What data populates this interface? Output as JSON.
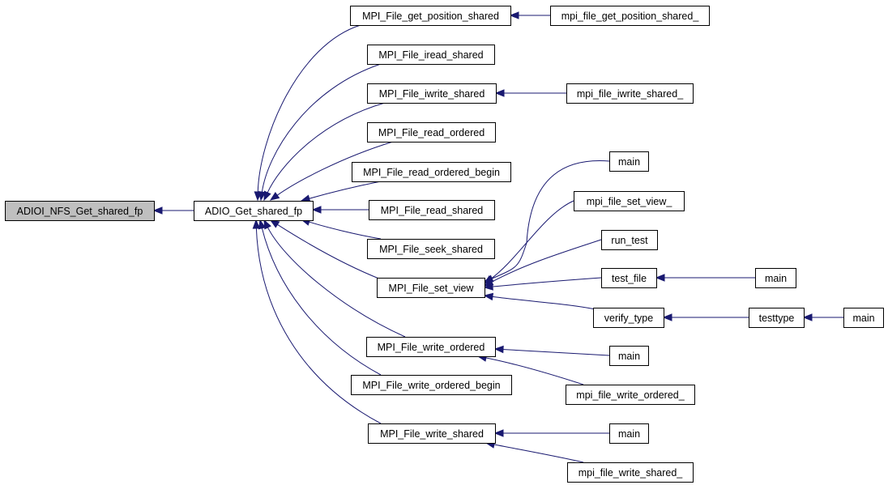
{
  "graph": {
    "nodes": [
      {
        "id": "n0",
        "label": "ADIOI_NFS_Get_shared_fp",
        "root": true
      },
      {
        "id": "n1",
        "label": "ADIO_Get_shared_fp"
      },
      {
        "id": "n2",
        "label": "MPI_File_get_position_shared"
      },
      {
        "id": "n3",
        "label": "mpi_file_get_position_shared_"
      },
      {
        "id": "n4",
        "label": "MPI_File_iread_shared"
      },
      {
        "id": "n5",
        "label": "MPI_File_iwrite_shared"
      },
      {
        "id": "n6",
        "label": "mpi_file_iwrite_shared_"
      },
      {
        "id": "n7",
        "label": "MPI_File_read_ordered"
      },
      {
        "id": "n8",
        "label": "MPI_File_read_ordered_begin"
      },
      {
        "id": "n9",
        "label": "MPI_File_read_shared"
      },
      {
        "id": "n10",
        "label": "MPI_File_seek_shared"
      },
      {
        "id": "n11",
        "label": "MPI_File_set_view"
      },
      {
        "id": "n12",
        "label": "main"
      },
      {
        "id": "n13",
        "label": "mpi_file_set_view_"
      },
      {
        "id": "n14",
        "label": "run_test"
      },
      {
        "id": "n15",
        "label": "test_file"
      },
      {
        "id": "n16",
        "label": "main"
      },
      {
        "id": "n17",
        "label": "verify_type"
      },
      {
        "id": "n18",
        "label": "testtype"
      },
      {
        "id": "n19",
        "label": "main"
      },
      {
        "id": "n20",
        "label": "MPI_File_write_ordered"
      },
      {
        "id": "n21",
        "label": "main"
      },
      {
        "id": "n22",
        "label": "mpi_file_write_ordered_"
      },
      {
        "id": "n23",
        "label": "MPI_File_write_ordered_begin"
      },
      {
        "id": "n24",
        "label": "MPI_File_write_shared"
      },
      {
        "id": "n25",
        "label": "main"
      },
      {
        "id": "n26",
        "label": "mpi_file_write_shared_"
      }
    ],
    "edges": [
      {
        "from": "n1",
        "to": "n0"
      },
      {
        "from": "n2",
        "to": "n1"
      },
      {
        "from": "n4",
        "to": "n1"
      },
      {
        "from": "n5",
        "to": "n1"
      },
      {
        "from": "n7",
        "to": "n1"
      },
      {
        "from": "n8",
        "to": "n1"
      },
      {
        "from": "n9",
        "to": "n1"
      },
      {
        "from": "n10",
        "to": "n1"
      },
      {
        "from": "n11",
        "to": "n1"
      },
      {
        "from": "n20",
        "to": "n1"
      },
      {
        "from": "n23",
        "to": "n1"
      },
      {
        "from": "n24",
        "to": "n1"
      },
      {
        "from": "n3",
        "to": "n2"
      },
      {
        "from": "n6",
        "to": "n5"
      },
      {
        "from": "n12",
        "to": "n11"
      },
      {
        "from": "n13",
        "to": "n11"
      },
      {
        "from": "n14",
        "to": "n11"
      },
      {
        "from": "n15",
        "to": "n11"
      },
      {
        "from": "n17",
        "to": "n11"
      },
      {
        "from": "n16",
        "to": "n15"
      },
      {
        "from": "n18",
        "to": "n17"
      },
      {
        "from": "n19",
        "to": "n18"
      },
      {
        "from": "n21",
        "to": "n20"
      },
      {
        "from": "n22",
        "to": "n20"
      },
      {
        "from": "n25",
        "to": "n24"
      },
      {
        "from": "n26",
        "to": "n24"
      }
    ]
  }
}
